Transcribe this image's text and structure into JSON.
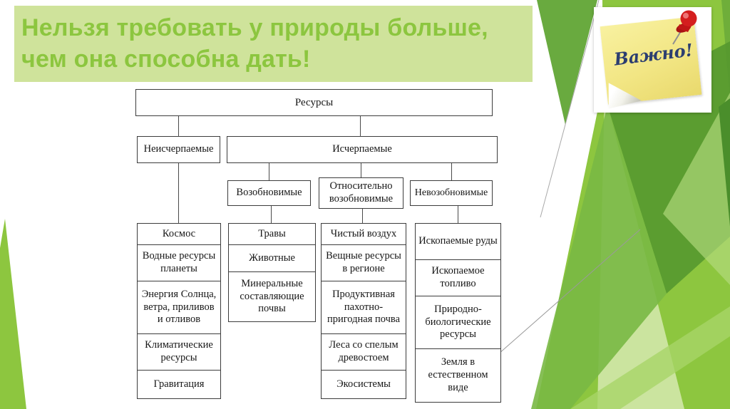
{
  "slide": {
    "title": "Нельзя требовать у природы больше, чем она способна дать!"
  },
  "note": {
    "label": "Важно!"
  },
  "diagram": {
    "root": "Ресурсы",
    "level2": {
      "left": "Неисчерпаемые",
      "right": "Исчерпаемые"
    },
    "level3": [
      "Возобновимые",
      "Относительно возобновимые",
      "Невозобновимые"
    ],
    "columns": [
      {
        "parent": "Неисчерпаемые",
        "cells": [
          "Космос",
          "Водные ресурсы планеты",
          "Энергия Солнца, ветра, приливов и отливов",
          "Климатические ресурсы",
          "Гравитация"
        ]
      },
      {
        "parent": "Возобновимые",
        "cells": [
          "Травы",
          "Животные",
          "Минеральные составляющие почвы"
        ]
      },
      {
        "parent": "Относительно возобновимые",
        "cells": [
          "Чистый воздух",
          "Вещные ресурсы в регионе",
          "Продуктивная пахотно-пригодная почва",
          "Леса со спелым древостоем",
          "Экосистемы"
        ]
      },
      {
        "parent": "Невозобновимые",
        "cells": [
          "Ископаемые руды",
          "Ископаемое топливо",
          "Природно-биологические ресурсы",
          "Земля в естественном виде"
        ]
      }
    ]
  },
  "colors": {
    "banner_bg": "#cfe39b",
    "banner_text": "#8cc63f",
    "accent_green_bright": "#8dc63f",
    "accent_green_dark": "#55982f",
    "accent_green_pale": "#cfe6a4",
    "sticky_yellow": "#f2e684",
    "pin_red": "#cc1a1a",
    "note_text": "#2c3e70"
  }
}
